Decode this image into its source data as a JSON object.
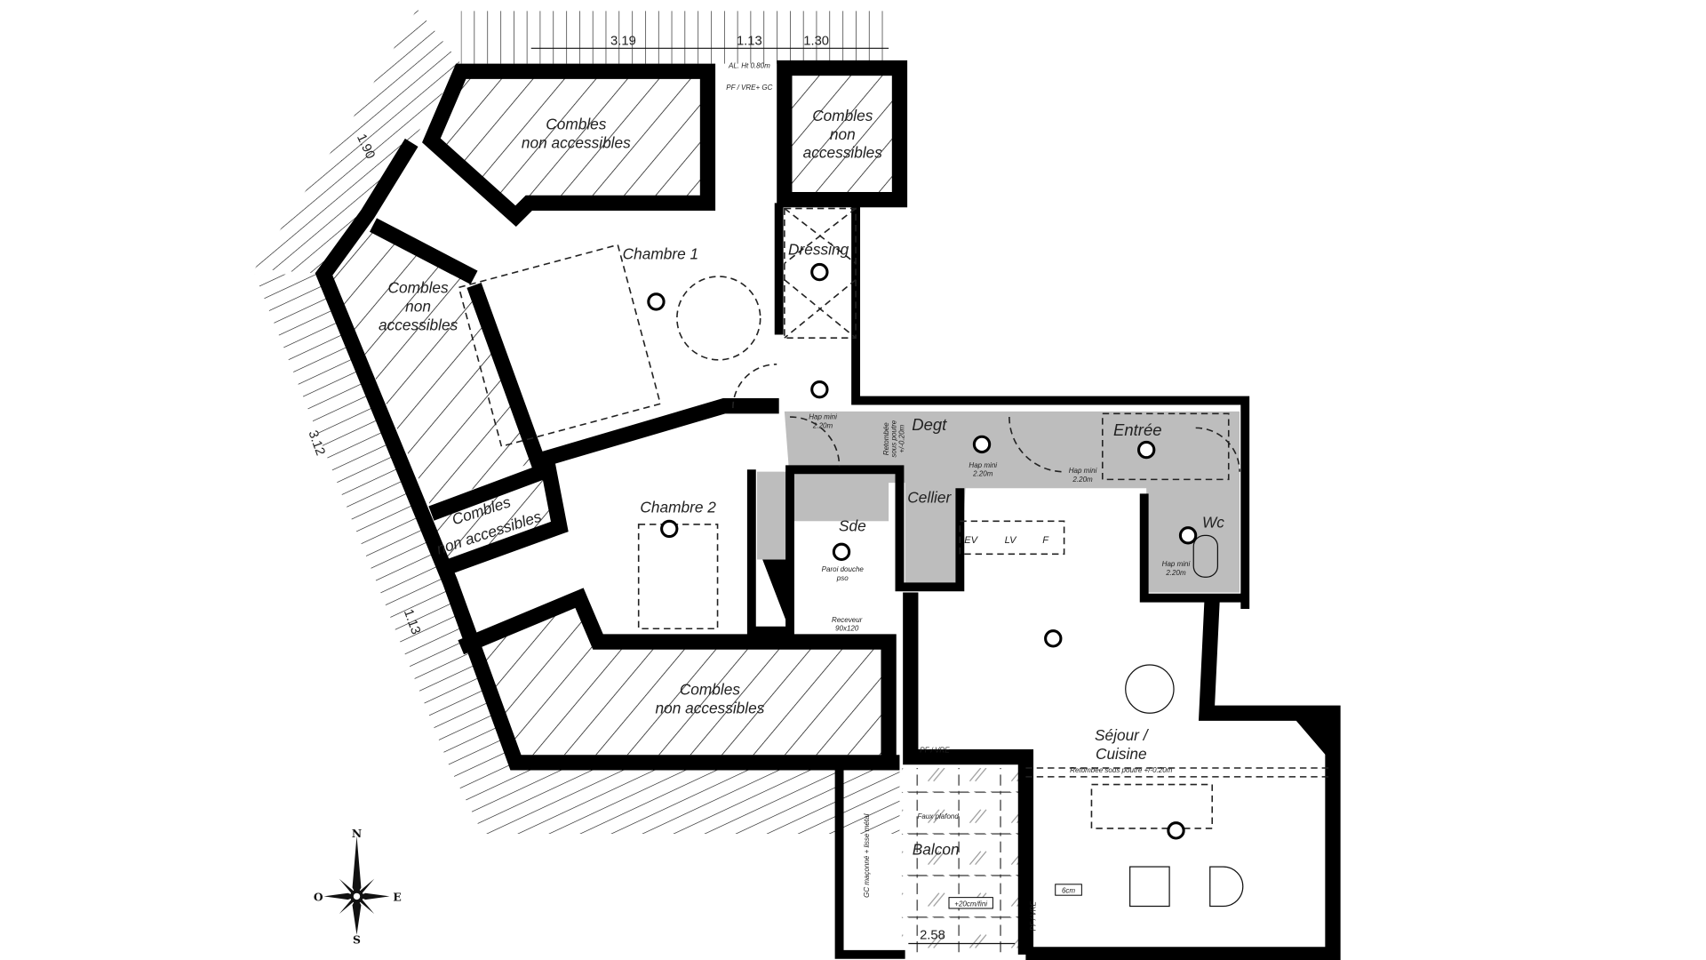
{
  "rooms": {
    "combles_top_left": [
      "Combles",
      "non accessibles"
    ],
    "combles_top_right": [
      "Combles",
      "non",
      "accessibles"
    ],
    "combles_west": [
      "Combles",
      "non",
      "accessibles"
    ],
    "combles_small": [
      "Combles",
      "non accessibles"
    ],
    "combles_south": [
      "Combles",
      "non accessibles"
    ],
    "chambre1": "Chambre 1",
    "chambre2": "Chambre 2",
    "dressing": "Dressing",
    "degt": "Degt",
    "entree": "Entrée",
    "cellier": "Cellier",
    "sde": "Sde",
    "wc": "Wc",
    "sejour": [
      "Séjour /",
      "Cuisine"
    ],
    "balcon": "Balcon"
  },
  "annotations": {
    "hap_mini": [
      "Hap mini",
      "2.20m"
    ],
    "retombee_degt": [
      "Retombée",
      "sous poutre",
      "+/-0.20m"
    ],
    "retombee_sejour": "Retombée sous poutre +/-0.20m",
    "paroi_douche": [
      "Paroi douche",
      "pso"
    ],
    "receveur": [
      "Receveur",
      "90x120"
    ],
    "ev": "EV",
    "lv": "LV",
    "f": "F",
    "pf_vre": "PF / VRE",
    "pf_vre_gc": "PF / VRE+ GC",
    "allege": "AL. Ht 0.80m",
    "faux_plafond": "Faux plafond",
    "plus20": "+20cm/fini",
    "six_cm": "6cm",
    "garde_corps": "GC maçonné + lisse métal"
  },
  "dimensions": {
    "top": [
      "3.19",
      "1.13",
      "1.30"
    ],
    "west_upper": "1.90",
    "west_middle": "3.12",
    "west_lower": "1.13",
    "balcon": "2.58"
  },
  "compass": {
    "n": "N",
    "s": "S",
    "e": "E",
    "o": "O"
  },
  "colors": {
    "wall": "#000000",
    "wet_area": "#bdbdbd",
    "background": "#ffffff"
  }
}
